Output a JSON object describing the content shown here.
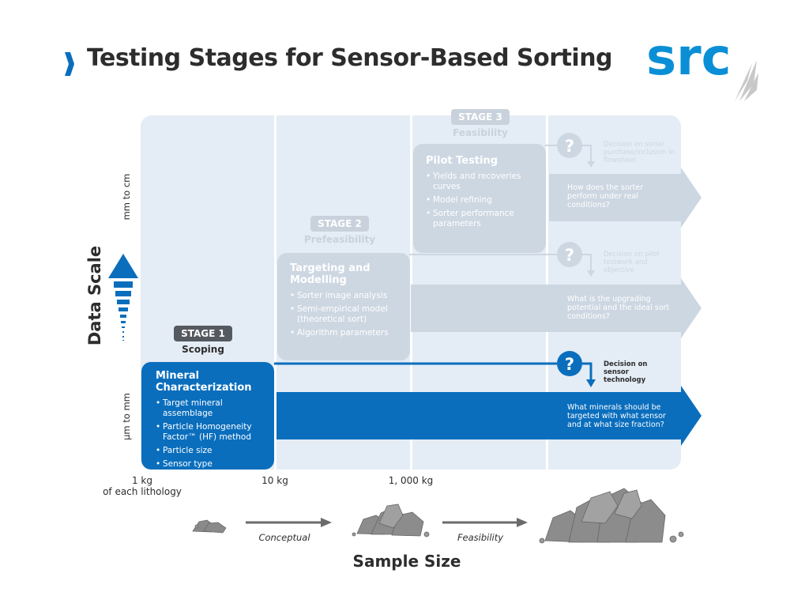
{
  "title": "Testing Stages for Sensor-Based Sorting",
  "colors": {
    "accent_blue": "#0a6ebd",
    "light_bg": "#e4ecf5",
    "faded_box": "#cdd7e2",
    "faded_text": "#ffffff",
    "dark_badge": "#555a60",
    "gray_text": "#c9d2dc"
  },
  "logo": {
    "text": "src"
  },
  "y_axis": {
    "label": "Data Scale",
    "top_label": "mm to cm",
    "bottom_label": "µm to mm"
  },
  "x_axis": {
    "label": "Sample Size",
    "ticks": [
      {
        "label": "1 kg",
        "sub": "of each lithology"
      },
      {
        "label": "10 kg",
        "sub": ""
      },
      {
        "label": "1, 000 kg",
        "sub": ""
      }
    ]
  },
  "stages": [
    {
      "badge": "STAGE 1",
      "subtitle": "Scoping",
      "title": "Mineral Characterization",
      "items": [
        "Target mineral assemblage",
        "Particle Homogeneity Factor™ (HF) method",
        "Particle size",
        "Sensor type"
      ],
      "outcome": "What minerals should be targeted with what sensor and at what size fraction?",
      "decision": "Decision on sensor technology"
    },
    {
      "badge": "STAGE 2",
      "subtitle": "Prefeasibility",
      "title": "Targeting and Modelling",
      "items": [
        "Sorter image analysis",
        "Semi-empirical model (theoretical sort)",
        "Algorithm parameters"
      ],
      "outcome": "What is the upgrading potential and the ideal sort conditions?",
      "decision": "Decision on pilot testwork and objective"
    },
    {
      "badge": "STAGE 3",
      "subtitle": "Feasibility",
      "title": "Pilot Testing",
      "items": [
        "Yields and recoveries curves",
        "Model refining",
        "Sorter performance parameters"
      ],
      "outcome": "How does the sorter perform under real conditions?",
      "decision": "Decision on sorter purchase/inclusion in flowsheet"
    }
  ],
  "flow": {
    "label_1": "Conceptual",
    "label_2": "Feasibility"
  },
  "decision_symbol": "?"
}
